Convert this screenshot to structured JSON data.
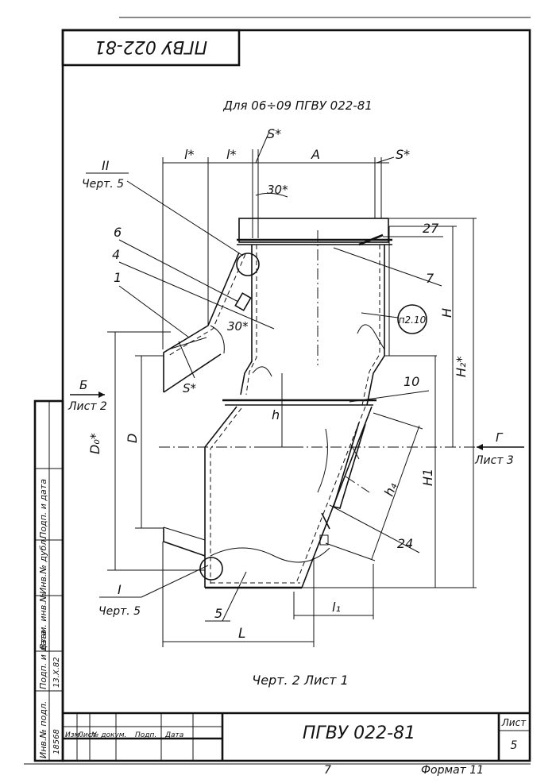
{
  "stamp_rotated": "ПГВУ 022-81",
  "header_note": "Для 06÷09 ПГВУ 022-81",
  "dims": {
    "l_star_1": "l*",
    "l_star_2": "l*",
    "s_star_top": "S*",
    "a": "A",
    "s_star_right": "S*",
    "angle_30_top": "30*",
    "angle_30_left": "30*",
    "s_star_left": "S*",
    "h": "h",
    "h_upper": "H",
    "h2_star": "H₂*",
    "h1": "H1",
    "h4": "h₄",
    "d": "D",
    "d0_star": "D₀*",
    "l1": "l₁",
    "l": "L"
  },
  "callouts": {
    "detail_ii": "II",
    "detail_ii_ref": "Черт. 5",
    "detail_i": "I",
    "detail_i_ref": "Черт. 5",
    "view_b": "Б",
    "view_b_ref": "Лист 2",
    "view_g": "Г",
    "view_g_ref": "Лист 3",
    "pos_1": "1",
    "pos_4": "4",
    "pos_5": "5",
    "pos_6": "6",
    "pos_7": "7",
    "pos_10": "10",
    "pos_24": "24",
    "pos_27": "27",
    "note_circle": "п2.10"
  },
  "caption": "Черт. 2 Лист 1",
  "title_block": {
    "doc_code": "ПГВУ 022-81",
    "sheet_label": "Лист",
    "sheet_no": "5",
    "cols": [
      "Изм.",
      "Лист",
      "№ докум.",
      "Подп.",
      "Дата"
    ],
    "page_no": "7",
    "format": "Формат 11"
  },
  "side_strip": {
    "fields": [
      "Инв.№ подл.",
      "Подп. и дата",
      "Взам. инв.№",
      "Инв.№ дубл.",
      "Подп. и дата"
    ],
    "inv_value": "18568",
    "sign_value": "13.Х.82"
  }
}
